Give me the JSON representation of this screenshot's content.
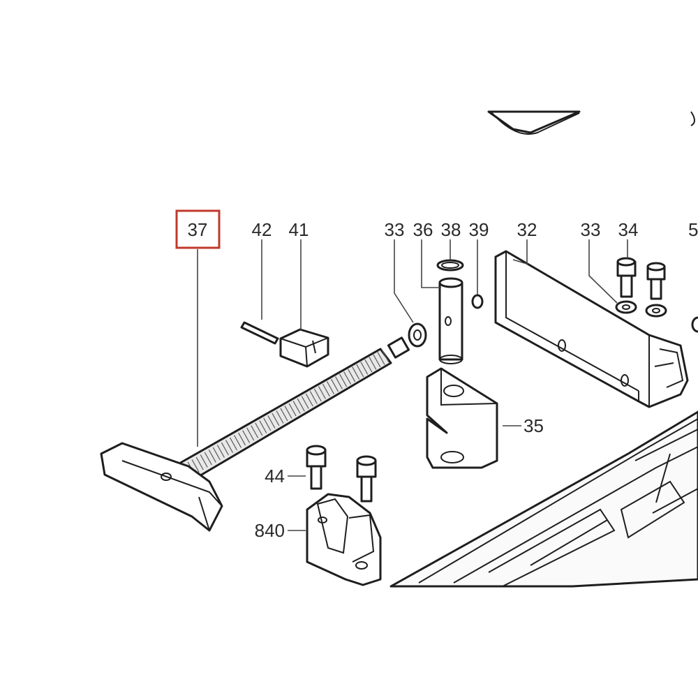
{
  "highlight_color": "#c0392b",
  "labels": {
    "p37": "37",
    "p42": "42",
    "p41": "41",
    "p33a": "33",
    "p36": "36",
    "p38": "38",
    "p39": "39",
    "p32": "32",
    "p33b": "33",
    "p34": "34",
    "p5": "5",
    "p35": "35",
    "p44": "44",
    "p840": "840"
  },
  "highlighted_part": "37"
}
